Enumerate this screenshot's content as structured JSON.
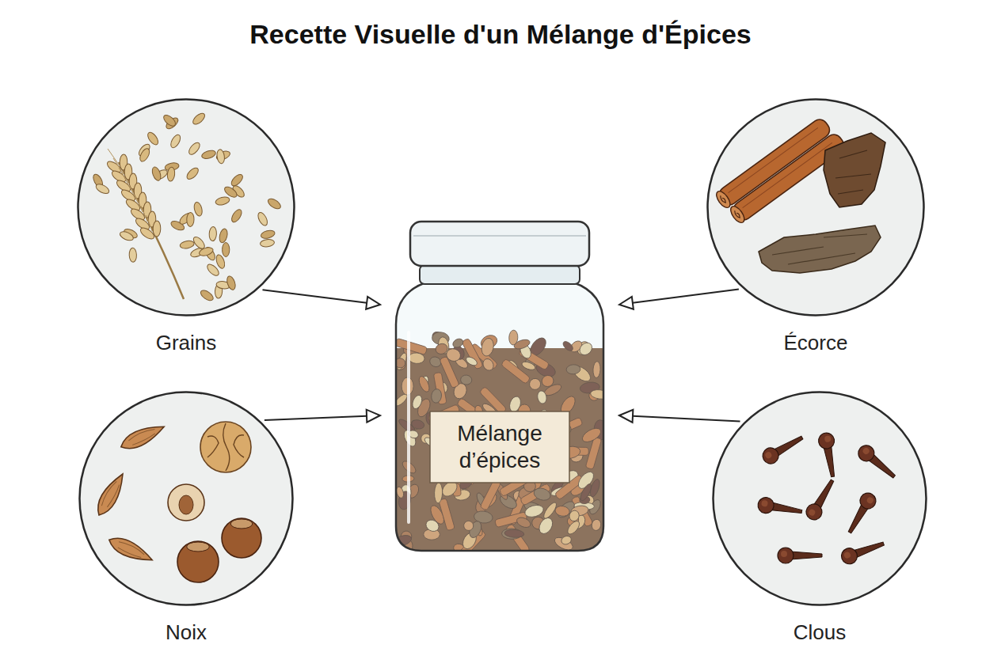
{
  "diagram": {
    "title": "Recette Visuelle d'un Mélange d'Épices",
    "nodes": [
      {
        "text": [
          "Grains"
        ]
      },
      {
        "text": [
          "Mélange d’épices"
        ]
      },
      {
        "text": [
          "Écorce"
        ]
      },
      {
        "text": [
          "Noix"
        ]
      },
      {
        "text": [
          "Clous"
        ]
      }
    ],
    "edges": [
      {
        "from": 0,
        "to": 1,
        "arrow": "to"
      },
      {
        "from": 2,
        "to": 1,
        "arrow": "to"
      },
      {
        "from": 3,
        "to": 1,
        "arrow": "to"
      },
      {
        "from": 4,
        "to": 1,
        "arrow": "to"
      }
    ]
  }
}
